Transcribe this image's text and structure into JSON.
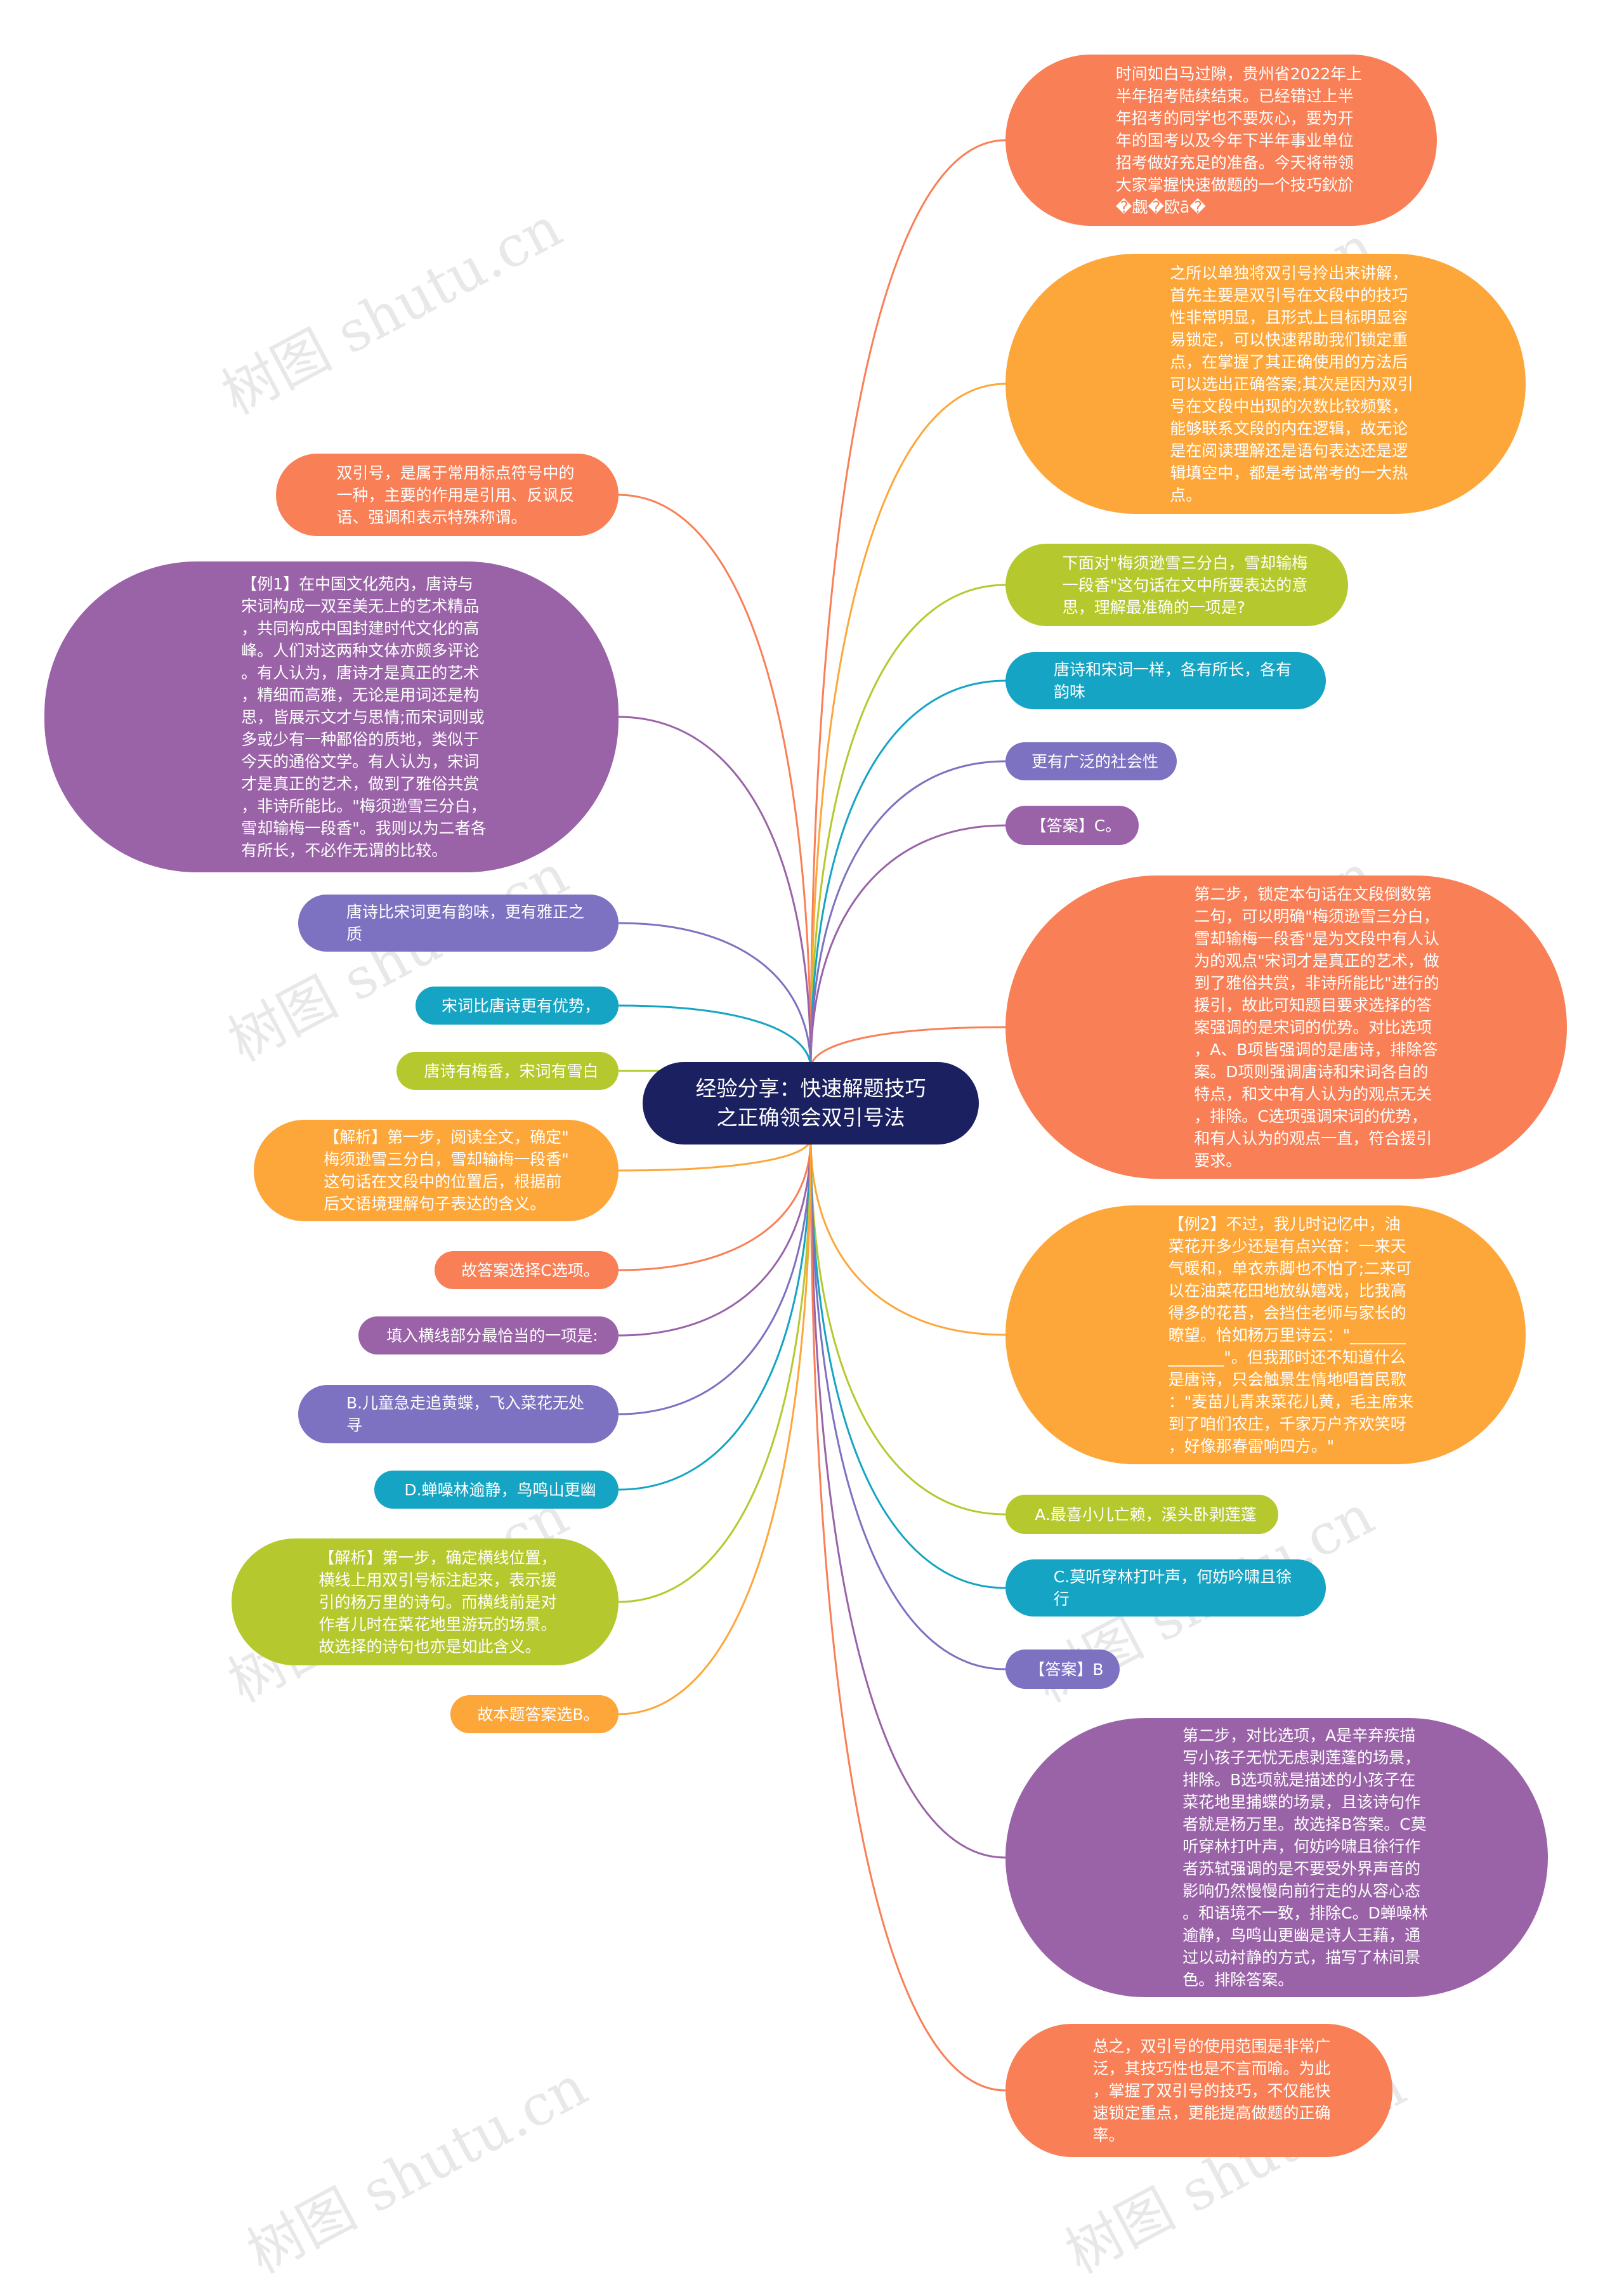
{
  "root": {
    "text": "经验分享：快速解题技巧\n之正确领会双引号法",
    "color": "#1b2160"
  },
  "watermark": "树图 shutu.cn",
  "nodes": [
    {
      "id": "r1",
      "side": "right",
      "color": "#f97f56",
      "text": "时间如白马过隙，贵州省2022年上\n半年招考陆续结束。已经错过上半\n年招考的同学也不要灰心，要为开\n年的国考以及今年下半年事业单位\n招考做好充足的准备。今天将带领\n大家掌握快速做题的一个技巧鈥斺\n�觑�欧ā�"
    },
    {
      "id": "r2",
      "side": "right",
      "color": "#fda73a",
      "text": "之所以单独将双引号拎出来讲解，\n首先主要是双引号在文段中的技巧\n性非常明显，且形式上目标明显容\n易锁定，可以快速帮助我们锁定重\n点，在掌握了其正确使用的方法后\n可以选出正确答案;其次是因为双引\n号在文段中出现的次数比较频繁，\n能够联系文段的内在逻辑，故无论\n是在阅读理解还是语句表达还是逻\n辑填空中，都是考试常考的一大热\n点。"
    },
    {
      "id": "r3",
      "side": "right",
      "color": "#b5c92e",
      "text": "下面对\"梅须逊雪三分白，雪却输梅\n一段香\"这句话在文中所要表达的意\n思，理解最准确的一项是?"
    },
    {
      "id": "r4",
      "side": "right",
      "color": "#15a4c3",
      "text": "唐诗和宋词一样，各有所长，各有\n韵味"
    },
    {
      "id": "r5",
      "side": "right",
      "color": "#7d72c1",
      "text": "更有广泛的社会性"
    },
    {
      "id": "r6",
      "side": "right",
      "color": "#9a63a8",
      "text": "【答案】C。"
    },
    {
      "id": "r7",
      "side": "right",
      "color": "#f97f56",
      "text": "第二步，锁定本句话在文段倒数第\n二句，可以明确\"梅须逊雪三分白，\n雪却输梅一段香\"是为文段中有人认\n为的观点\"宋词才是真正的艺术，做\n到了雅俗共赏，非诗所能比\"进行的\n援引，故此可知题目要求选择的答\n案强调的是宋词的优势。对比选项\n，A、B项皆强调的是唐诗，排除答\n案。D项则强调唐诗和宋词各自的\n特点，和文中有人认为的观点无关\n，排除。C选项强调宋词的优势，\n和有人认为的观点一直，符合援引\n要求。"
    },
    {
      "id": "r8",
      "side": "right",
      "color": "#fda73a",
      "text": "【例2】不过，我儿时记忆中，油\n菜花开多少还是有点兴奋：一来天\n气暖和，单衣赤脚也不怕了;二来可\n以在油菜花田地放纵嬉戏，比我高\n得多的花苔，会挡住老师与家长的\n瞭望。恰如杨万里诗云：\"_______\n_______\"。但我那时还不知道什么\n是唐诗，只会触景生情地唱首民歌\n：\"麦苗儿青来菜花儿黄，毛主席来\n到了咱们农庄，千家万户齐欢笑呀\n，好像那春雷响四方。\""
    },
    {
      "id": "r9",
      "side": "right",
      "color": "#b5c92e",
      "text": "A.最喜小儿亡赖，溪头卧剥莲蓬"
    },
    {
      "id": "r10",
      "side": "right",
      "color": "#15a4c3",
      "text": "C.莫听穿林打叶声，何妨吟啸且徐\n行"
    },
    {
      "id": "r11",
      "side": "right",
      "color": "#7d72c1",
      "text": "【答案】B"
    },
    {
      "id": "r12",
      "side": "right",
      "color": "#9a63a8",
      "text": "第二步，对比选项，A是辛弃疾描\n写小孩子无忧无虑剥莲蓬的场景，\n排除。B选项就是描述的小孩子在\n菜花地里捕蝶的场景，且该诗句作\n者就是杨万里。故选择B答案。C莫\n听穿林打叶声，何妨吟啸且徐行作\n者苏轼强调的是不要受外界声音的\n影响仍然慢慢向前行走的从容心态\n。和语境不一致，排除C。D蝉噪林\n逾静，鸟鸣山更幽是诗人王藉，通\n过以动衬静的方式，描写了林间景\n色。排除答案。"
    },
    {
      "id": "r13",
      "side": "right",
      "color": "#f97f56",
      "text": "总之，双引号的使用范围是非常广\n泛，其技巧性也是不言而喻。为此\n，掌握了双引号的技巧，不仅能快\n速锁定重点，更能提高做题的正确\n率。"
    },
    {
      "id": "l1",
      "side": "left",
      "color": "#f97f56",
      "text": "双引号，是属于常用标点符号中的\n一种，主要的作用是引用、反讽反\n语、强调和表示特殊称谓。"
    },
    {
      "id": "l2",
      "side": "left",
      "color": "#9a63a8",
      "text": "【例1】在中国文化苑内，唐诗与\n宋词构成一双至美无上的艺术精品\n，共同构成中国封建时代文化的高\n峰。人们对这两种文体亦颇多评论\n。有人认为，唐诗才是真正的艺术\n，精细而高雅，无论是用词还是构\n思，皆展示文才与思情;而宋词则或\n多或少有一种鄙俗的质地，类似于\n今天的通俗文学。有人认为，宋词\n才是真正的艺术，做到了雅俗共赏\n，非诗所能比。\"梅须逊雪三分白，\n雪却输梅一段香\"。我则以为二者各\n有所长，不必作无谓的比较。"
    },
    {
      "id": "l3",
      "side": "left",
      "color": "#7d72c1",
      "text": "唐诗比宋词更有韵味，更有雅正之\n质"
    },
    {
      "id": "l4",
      "side": "left",
      "color": "#15a4c3",
      "text": "宋词比唐诗更有优势，"
    },
    {
      "id": "l5",
      "side": "left",
      "color": "#b5c92e",
      "text": "唐诗有梅香，宋词有雪白"
    },
    {
      "id": "l6",
      "side": "left",
      "color": "#fda73a",
      "text": "【解析】第一步，阅读全文，确定\"\n梅须逊雪三分白，雪却输梅一段香\"\n这句话在文段中的位置后，根据前\n后文语境理解句子表达的含义。"
    },
    {
      "id": "l7",
      "side": "left",
      "color": "#f97f56",
      "text": "故答案选择C选项。"
    },
    {
      "id": "l8",
      "side": "left",
      "color": "#9a63a8",
      "text": "填入横线部分最恰当的一项是:"
    },
    {
      "id": "l9",
      "side": "left",
      "color": "#7d72c1",
      "text": "B.儿童急走追黄蝶，飞入菜花无处\n寻"
    },
    {
      "id": "l10",
      "side": "left",
      "color": "#15a4c3",
      "text": "D.蝉噪林逾静，鸟鸣山更幽"
    },
    {
      "id": "l11",
      "side": "left",
      "color": "#b5c92e",
      "text": "【解析】第一步，确定横线位置，\n横线上用双引号标注起来，表示援\n引的杨万里的诗句。而横线前是对\n作者儿时在菜花地里游玩的场景。\n故选择的诗句也亦是如此含义。"
    },
    {
      "id": "l12",
      "side": "left",
      "color": "#fda73a",
      "text": "故本题答案选B。"
    }
  ]
}
